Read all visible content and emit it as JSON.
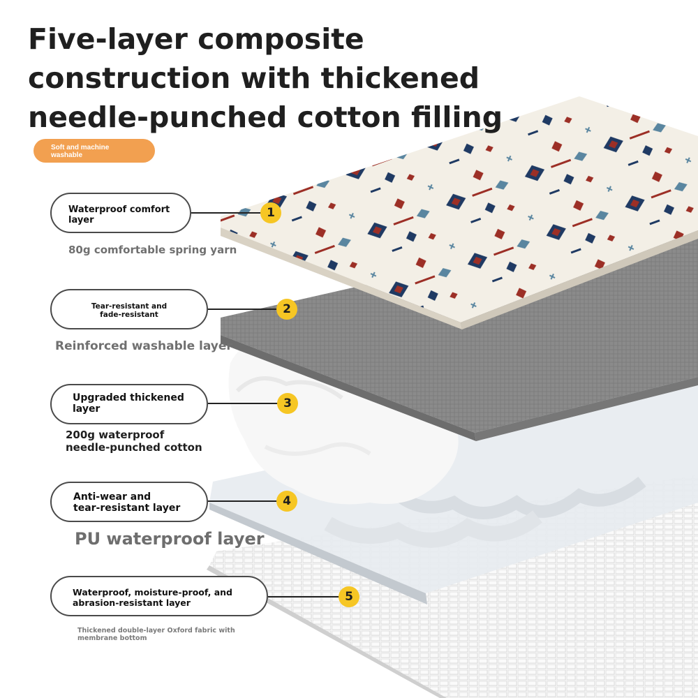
{
  "title": {
    "line1": "Five-layer composite",
    "line2": "construction with thickened",
    "line3": "needle-punched cotton filling"
  },
  "badge": {
    "line1": "Soft and machine",
    "line2": "washable"
  },
  "layers": [
    {
      "number": "1",
      "label_line1": "Waterproof comfort",
      "label_line2": "layer",
      "caption": "80g comfortable spring yarn"
    },
    {
      "number": "2",
      "label_line1": "Tear-resistant and",
      "label_line2": "fade-resistant",
      "caption": "Reinforced washable layer"
    },
    {
      "number": "3",
      "label_line1": "Upgraded thickened",
      "label_line2": "layer",
      "caption_line1": "200g waterproof",
      "caption_line2": "needle-punched cotton"
    },
    {
      "number": "4",
      "label_line1": "Anti-wear and",
      "label_line2": "tear-resistant layer",
      "caption": "PU waterproof layer"
    },
    {
      "number": "5",
      "label_line1": "Waterproof, moisture-proof, and",
      "label_line2": "abrasion-resistant layer",
      "caption_line1": "Thickened double-layer Oxford fabric with",
      "caption_line2": "membrane bottom"
    }
  ],
  "colors": {
    "badge": "#f2a050",
    "number_circle": "#f6c624",
    "navy": "#1f3a63",
    "red": "#9c2f26",
    "blue_grey": "#5a86a0",
    "grey_layer": "#8a8a8a"
  }
}
